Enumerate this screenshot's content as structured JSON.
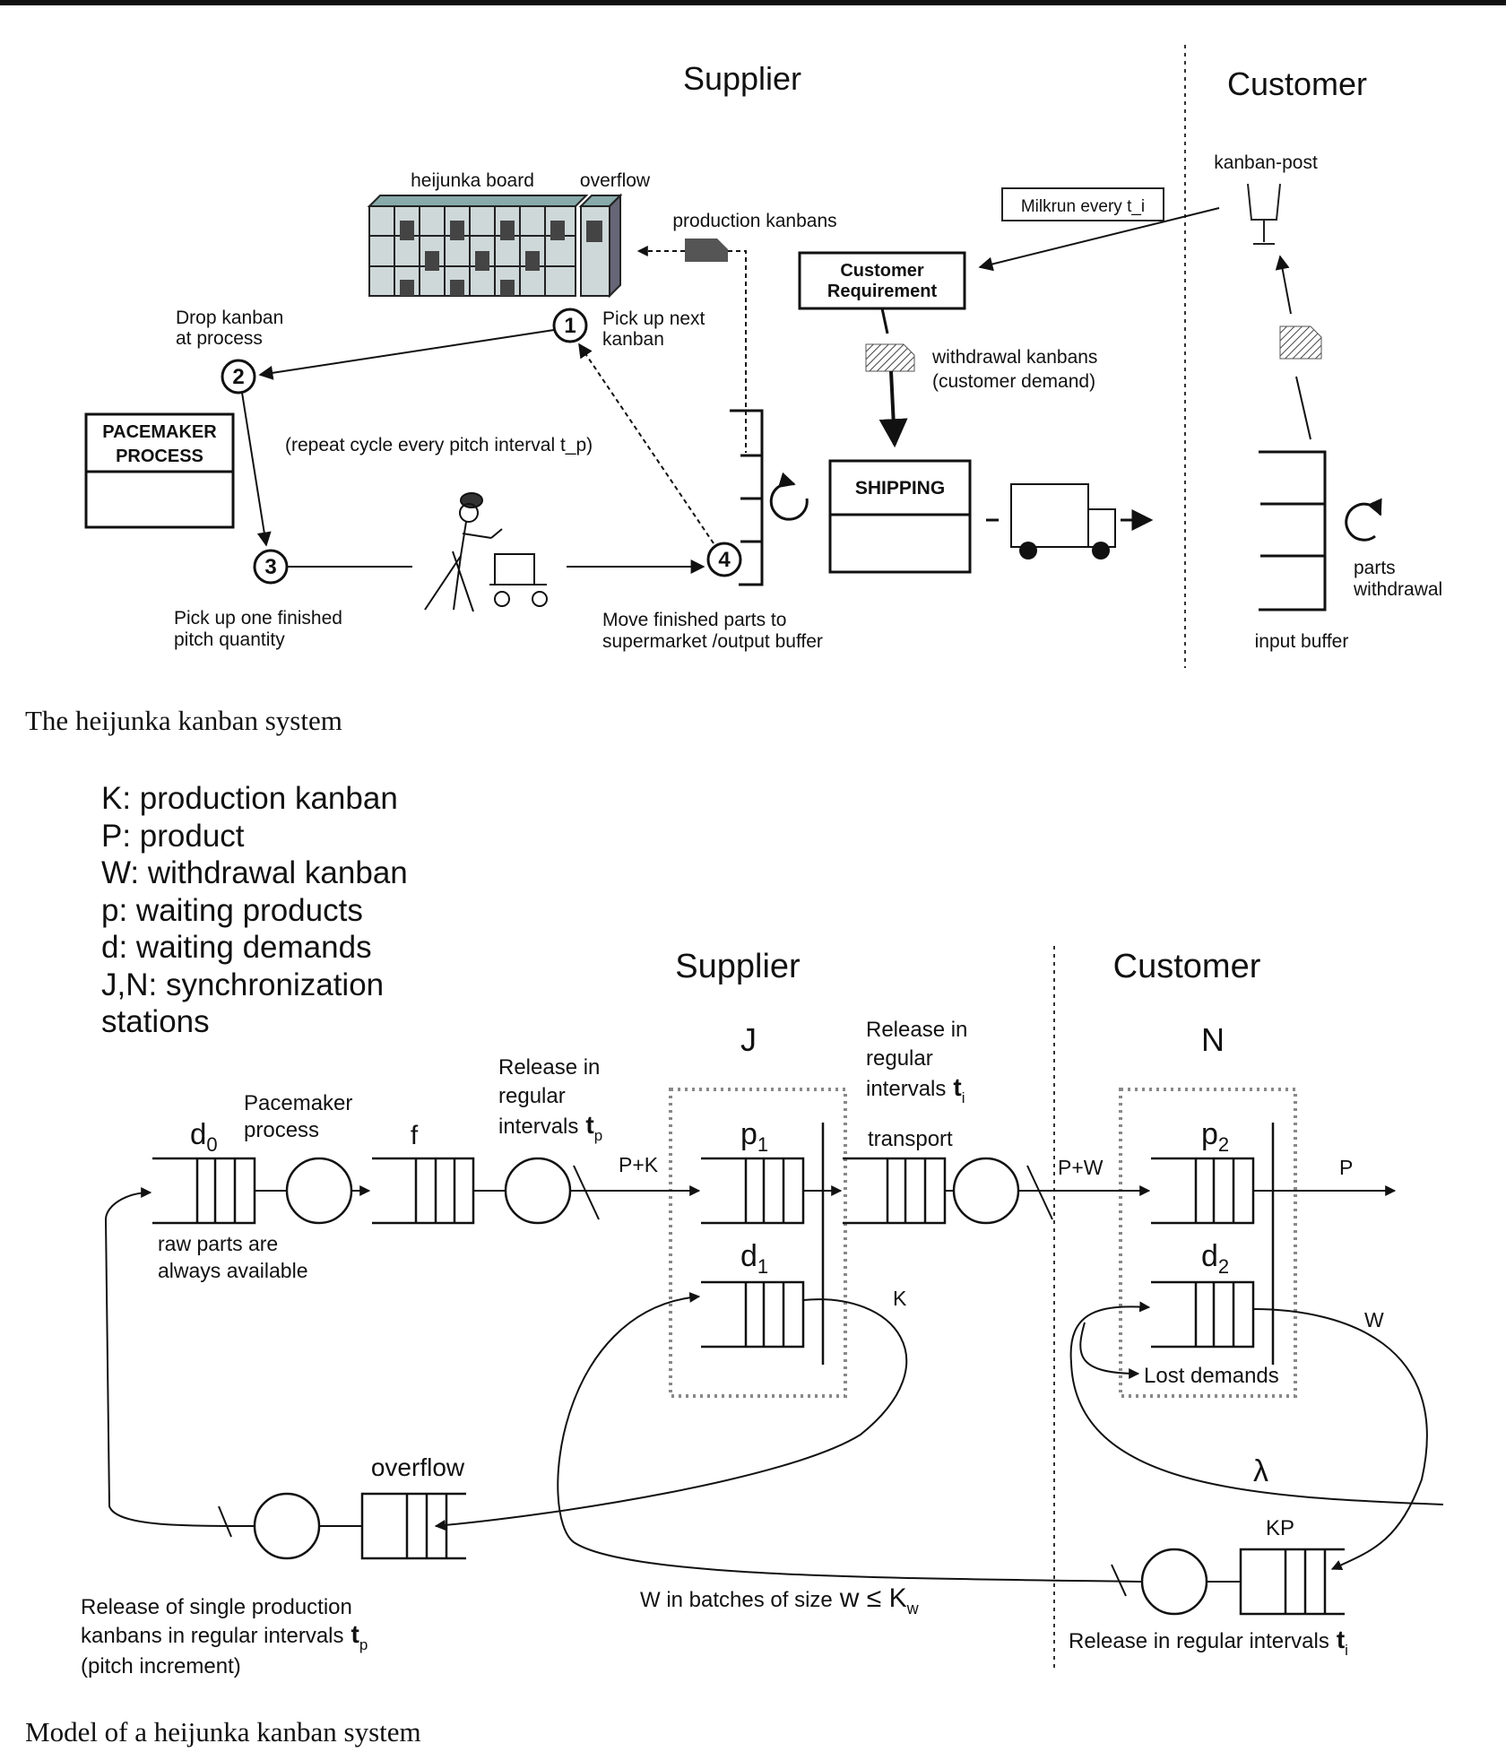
{
  "figure1": {
    "caption": "The heijunka kanban system",
    "supplier": "Supplier",
    "customer": "Customer",
    "heijunka_board": "heijunka board",
    "overflow": "overflow",
    "production_kanbans": "production kanbans",
    "milkrun": "Milkrun every t_i",
    "kanban_post": "kanban-post",
    "customer_requirement_1": "Customer",
    "customer_requirement_2": "Requirement",
    "drop_kanban_1": "Drop kanban",
    "drop_kanban_2": "at process",
    "pick_up_next_1": "Pick up next",
    "pick_up_next_2": "kanban",
    "withdrawal_kanbans_1": "withdrawal kanbans",
    "withdrawal_kanbans_2": "(customer demand)",
    "pacemaker_1": "PACEMAKER",
    "pacemaker_2": "PROCESS",
    "repeat_cycle": "(repeat cycle every pitch interval t_p)",
    "shipping": "SHIPPING",
    "parts_withdrawal_1": "parts",
    "parts_withdrawal_2": "withdrawal",
    "pick_up_one_1": "Pick up one finished",
    "pick_up_one_2": "pitch quantity",
    "move_finished_1": "Move finished parts to",
    "move_finished_2": "supermarket /output buffer",
    "input_buffer": "input buffer",
    "step1": "1",
    "step2": "2",
    "step3": "3",
    "step4": "4"
  },
  "figure2": {
    "caption": "Model of a heijunka kanban system",
    "legend": [
      "K: production kanban",
      "P: product",
      "W: withdrawal kanban",
      "p: waiting products",
      "d: waiting demands",
      "J,N: synchronization",
      "stations"
    ],
    "supplier": "Supplier",
    "customer": "Customer",
    "J": "J",
    "N": "N",
    "d0": "d",
    "d0_sub": "0",
    "f": "f",
    "pacemaker_1": "Pacemaker",
    "pacemaker_2": "process",
    "raw_parts_1": "raw parts are",
    "raw_parts_2": "always available",
    "release_tp_1": "Release in",
    "release_tp_2": "regular",
    "release_tp_3": "intervals",
    "t": "t",
    "sub_p": "p",
    "sub_i": "i",
    "release_ti_1": "Release in",
    "release_ti_2": "regular",
    "release_ti_3": "intervals",
    "PK": "P+K",
    "PW": "P+W",
    "p1": "p",
    "p1_sub": "1",
    "d1": "d",
    "d1_sub": "1",
    "p2": "p",
    "p2_sub": "2",
    "d2": "d",
    "d2_sub": "2",
    "transport": "transport",
    "P": "P",
    "K": "K",
    "W": "W",
    "lost_demands": "Lost demands",
    "lambda": "λ",
    "overflow": "overflow",
    "KP": "KP",
    "release_single_1": "Release of single production",
    "release_single_2": "kanbans in regular intervals",
    "release_single_3": "(pitch increment)",
    "w_batches": "W in batches of size",
    "w_le": "w ≤ K",
    "w_sub": "w",
    "release_ti_bottom": "Release in regular intervals"
  }
}
